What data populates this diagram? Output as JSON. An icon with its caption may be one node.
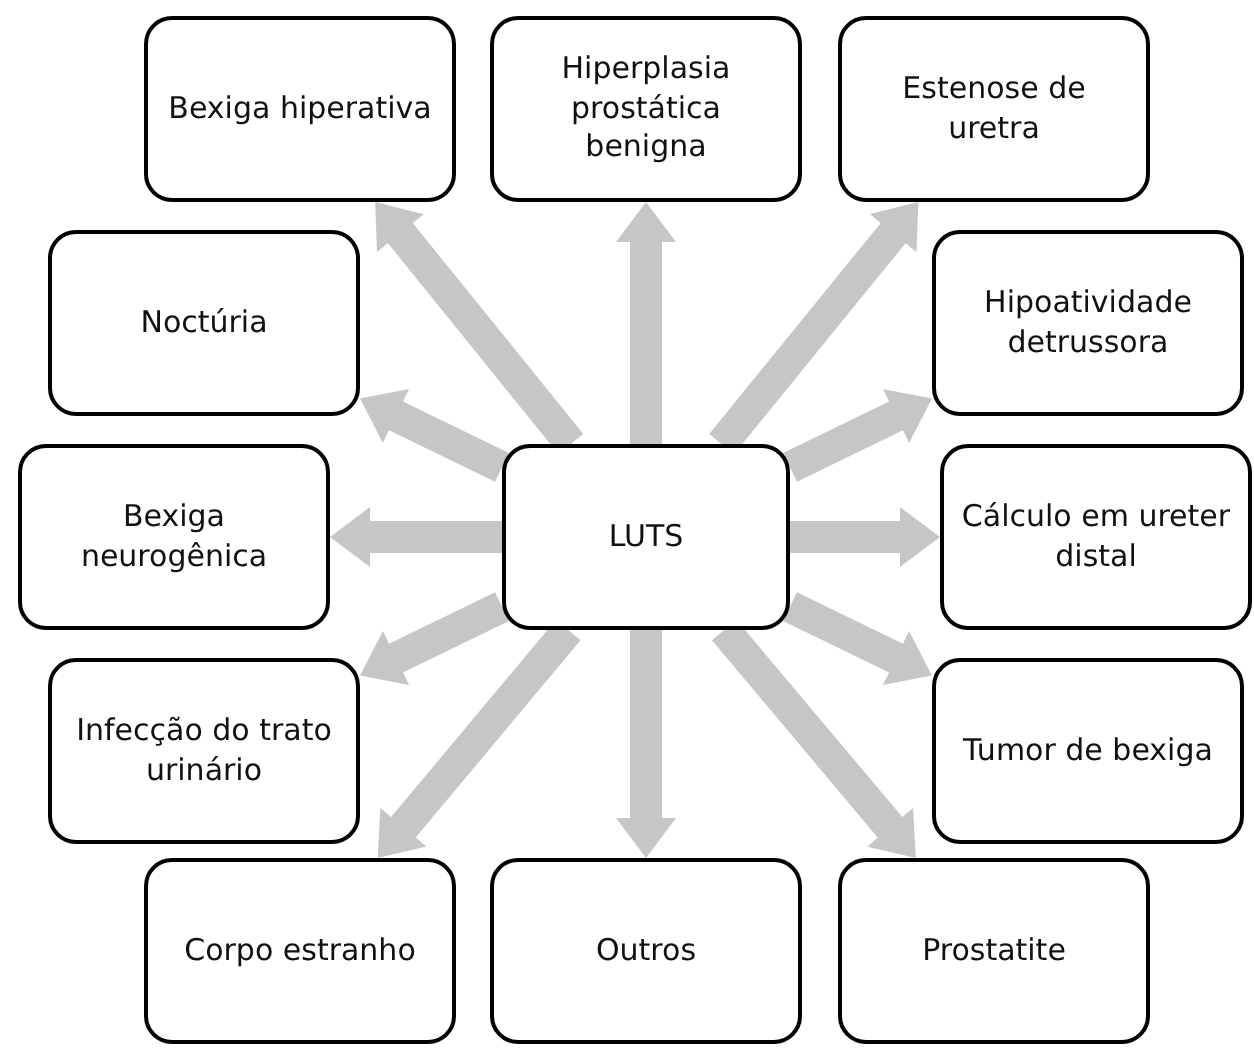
{
  "diagram": {
    "nodes": [
      {
        "text": [
          "Bexiga hiperativa"
        ]
      },
      {
        "text": [
          "Hiperplasia prostática benigna"
        ]
      },
      {
        "text": [
          "Estenose de uretra"
        ]
      },
      {
        "text": [
          "Noctúria"
        ]
      },
      {
        "text": [
          "Hipoatividade detrussora"
        ]
      },
      {
        "text": [
          "Bexiga neurogênica"
        ]
      },
      {
        "text": [
          "LUTS"
        ]
      },
      {
        "text": [
          "Cálculo em ureter distal"
        ]
      },
      {
        "text": [
          "Infecção do trato urinário"
        ]
      },
      {
        "text": [
          "Tumor de bexiga"
        ]
      },
      {
        "text": [
          "Corpo estranho"
        ]
      },
      {
        "text": [
          "Outros"
        ]
      },
      {
        "text": [
          "Prostatite"
        ]
      }
    ],
    "edges": [
      {
        "from": 6,
        "to": 0,
        "arrow": "to"
      },
      {
        "from": 6,
        "to": 1,
        "arrow": "to"
      },
      {
        "from": 6,
        "to": 2,
        "arrow": "to"
      },
      {
        "from": 6,
        "to": 3,
        "arrow": "to"
      },
      {
        "from": 6,
        "to": 4,
        "arrow": "to"
      },
      {
        "from": 6,
        "to": 5,
        "arrow": "to"
      },
      {
        "from": 6,
        "to": 7,
        "arrow": "to"
      },
      {
        "from": 6,
        "to": 8,
        "arrow": "to"
      },
      {
        "from": 6,
        "to": 9,
        "arrow": "to"
      },
      {
        "from": 6,
        "to": 10,
        "arrow": "to"
      },
      {
        "from": 6,
        "to": 11,
        "arrow": "to"
      },
      {
        "from": 6,
        "to": 12,
        "arrow": "to"
      }
    ]
  }
}
